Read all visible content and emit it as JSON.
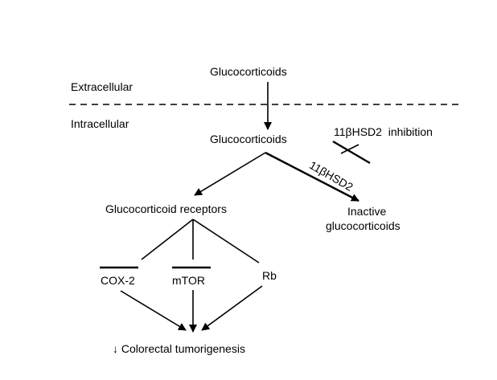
{
  "diagram": {
    "regions": {
      "extracellular": "Extracellular",
      "intracellular": "Intracellular"
    },
    "nodes": {
      "glucocorticoids_top": "Glucocorticoids",
      "glucocorticoids_mid": "Glucocorticoids",
      "hsd2_inhibition": "11βHSD2  inhibition",
      "hsd2_enzyme": "11βHSD2",
      "inactive_line1": "Inactive",
      "inactive_line2": "glucocorticoids",
      "receptors": "Glucocorticoid receptors",
      "cox2": "COX-2",
      "mtor": "mTOR",
      "rb": "Rb",
      "outcome": "↓ Colorectal tumorigenesis"
    }
  },
  "colors": {
    "ink": "#000000",
    "background": "#ffffff"
  }
}
